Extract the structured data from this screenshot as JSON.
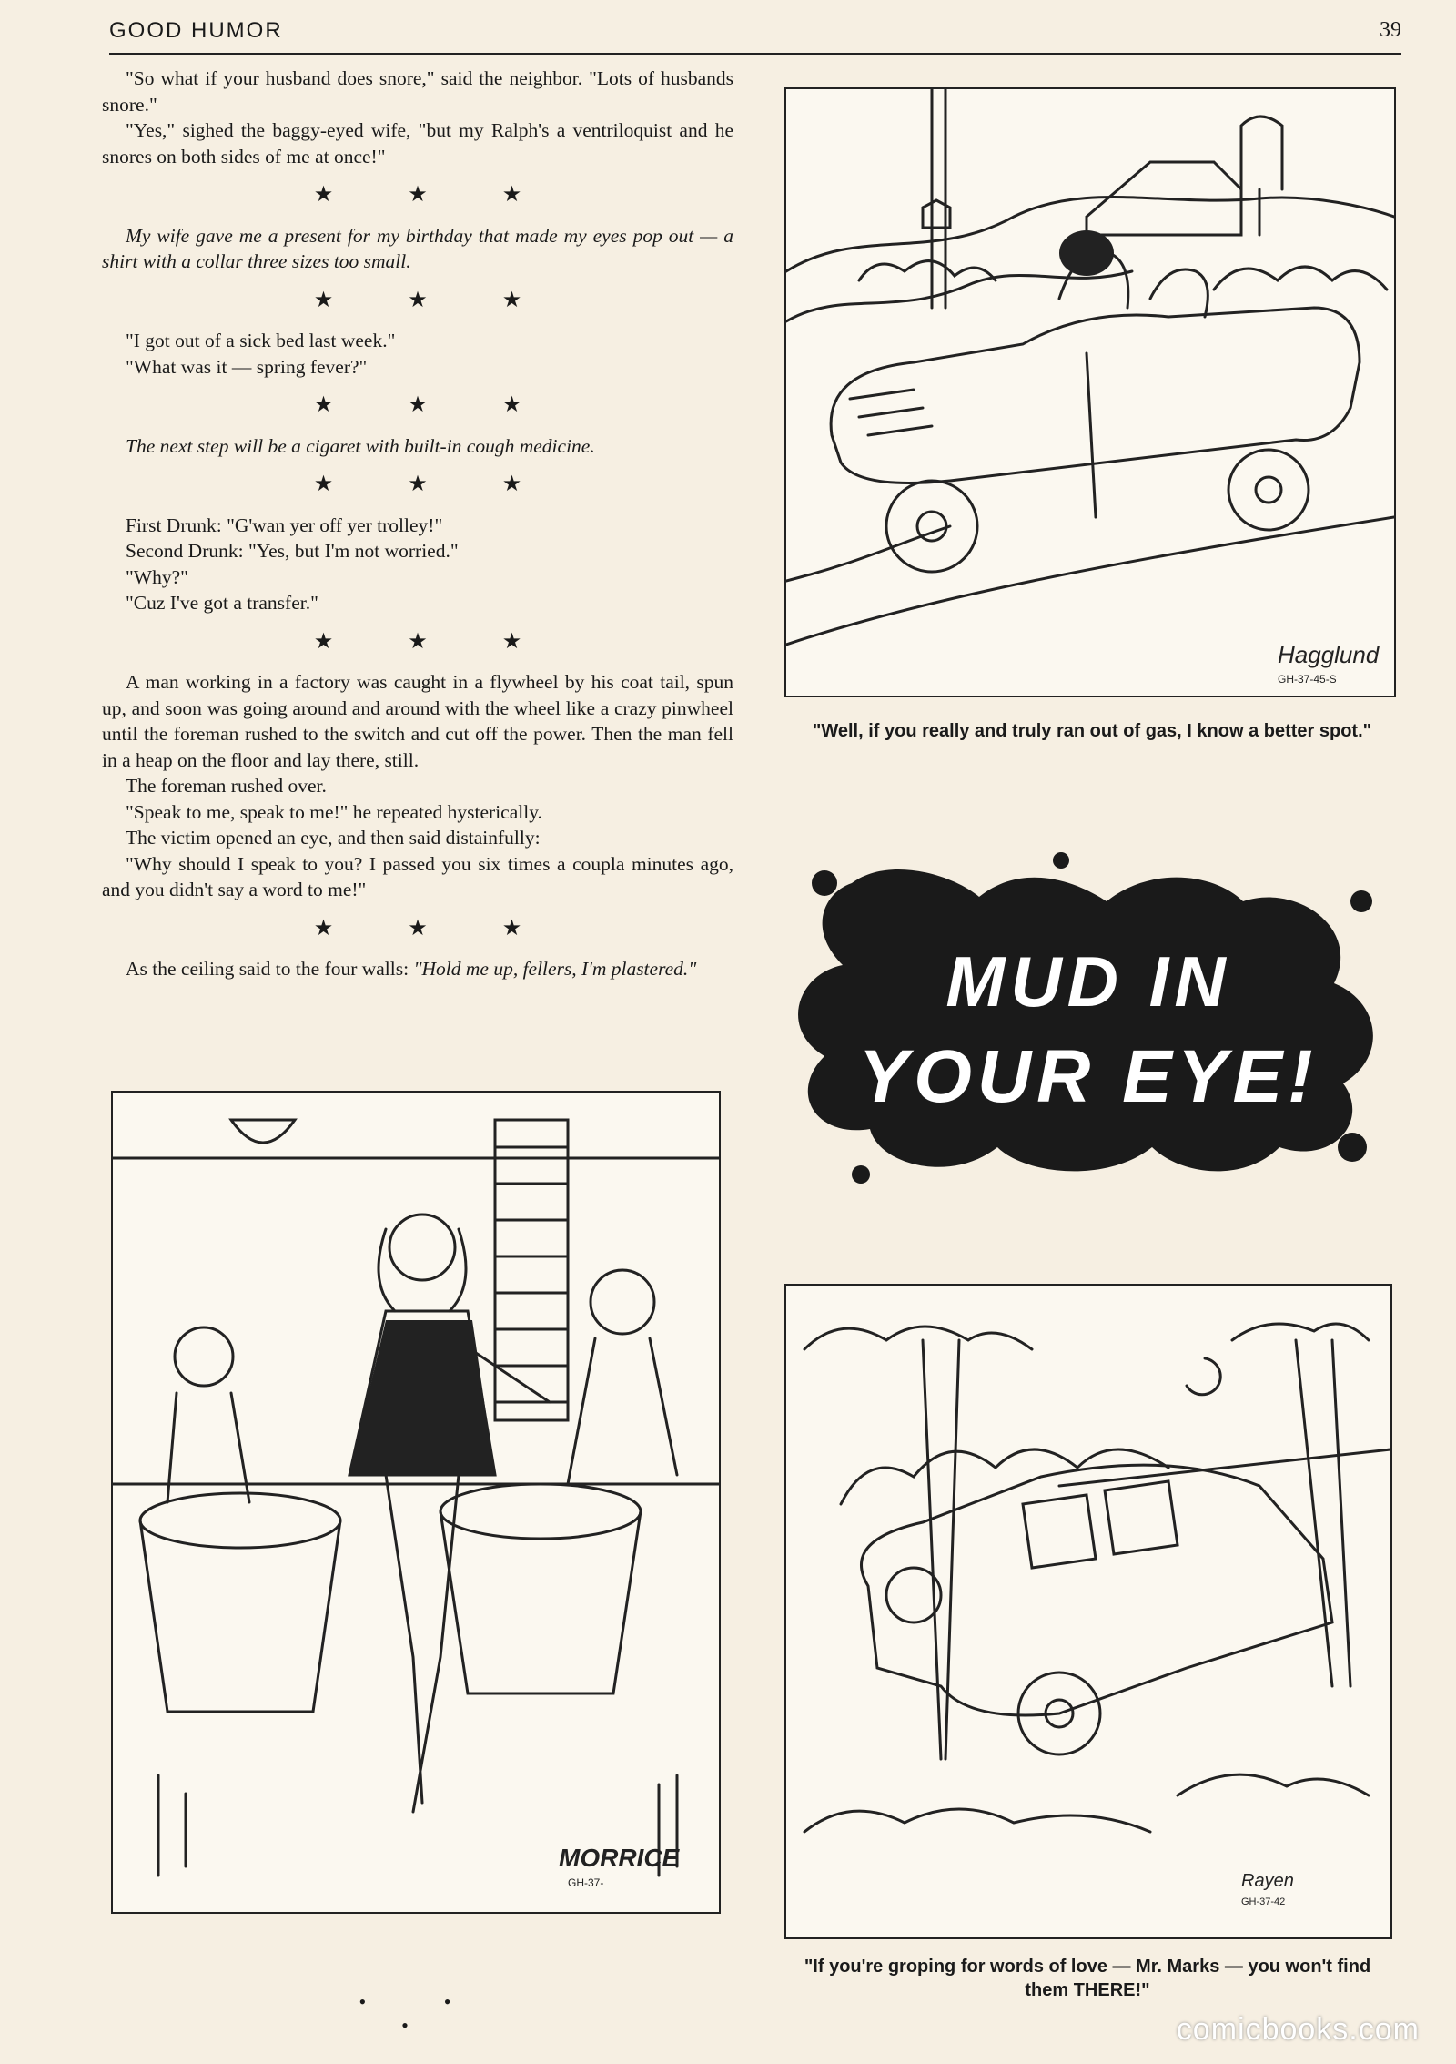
{
  "header": {
    "title": "GOOD HUMOR",
    "page_number": "39"
  },
  "jokes": [
    {
      "type": "paragraphs",
      "lines": [
        "\"So what if your husband does snore,\" said the neighbor. \"Lots of husbands snore.\"",
        "\"Yes,\" sighed the baggy-eyed wife, \"but my Ralph's a ventriloquist and he snores on both sides of me at once!\""
      ]
    },
    {
      "type": "italic",
      "text": "My wife gave me a present for my birthday that made my eyes pop out — a shirt with a collar three sizes too small."
    },
    {
      "type": "paragraphs",
      "lines": [
        "\"I got out of a sick bed last week.\"",
        "\"What was it — spring fever?\""
      ]
    },
    {
      "type": "italic",
      "text": "The next step will be a cigaret with built-in cough medicine."
    },
    {
      "type": "paragraphs",
      "lines": [
        "First Drunk: \"G'wan yer off yer trolley!\"",
        "Second Drunk: \"Yes, but I'm not worried.\"",
        "\"Why?\"",
        "\"Cuz I've got a transfer.\""
      ]
    },
    {
      "type": "paragraphs",
      "lines": [
        "A man working in a factory was caught in a flywheel by his coat tail, spun up, and soon was going around and around with the wheel like a crazy pinwheel until the foreman rushed to the switch and cut off the power. Then the man fell in a heap on the floor and lay there, still.",
        "The foreman rushed over.",
        "\"Speak to me, speak to me!\" he repeated hysterically.",
        "The victim opened an eye, and then said distainfully:",
        "\"Why should I speak to you? I passed you six times a coupla minutes ago, and you didn't say a word to me!\""
      ]
    }
  ],
  "last_joke": {
    "prefix": "As the ceiling said to the four walls: ",
    "quote": "\"Hold me up, fellers, I'm plastered.\""
  },
  "separator": "★ ★ ★",
  "cartoon_car": {
    "caption": "\"Well, if you really and truly ran out of gas, I know a better spot.\"",
    "signature": "Hagglund",
    "code": "GH-37-45-S"
  },
  "mud_title": {
    "line1": "MUD IN",
    "line2": "YOUR EYE!"
  },
  "cartoon_waitress": {
    "signature": "MORRICE",
    "code": "GH-37-"
  },
  "cartoon_woods": {
    "caption": "\"If you're groping for words of love — Mr. Marks — you won't find them THERE!\"",
    "signature": "Rayen",
    "code": "GH-37-42"
  },
  "bottom_separator": "• • •",
  "watermark": "comicbooks.com"
}
